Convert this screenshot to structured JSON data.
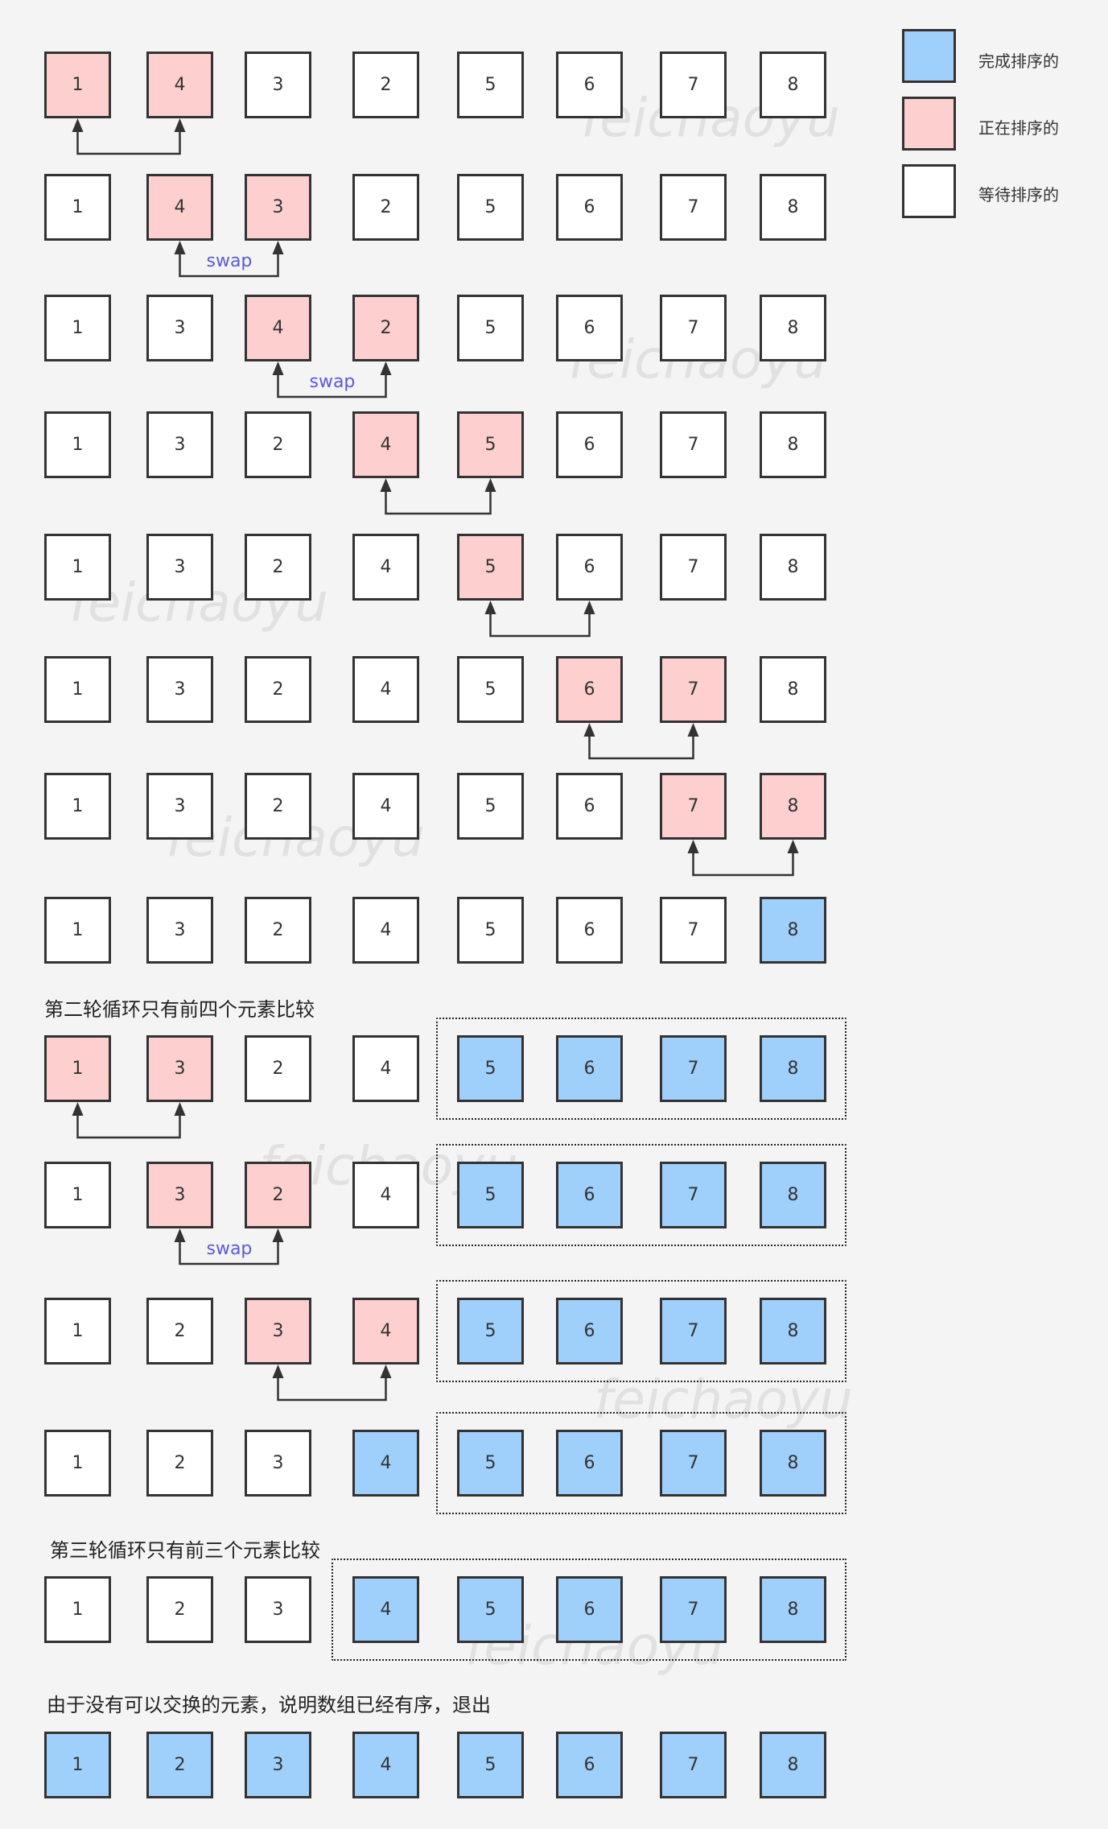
{
  "colors": {
    "done": "#9fd0fc",
    "active": "#fdcfcf",
    "waiting": "#ffffff",
    "swap_text": "#5b5bd6"
  },
  "legend": [
    {
      "state": "done",
      "label": "完成排序的"
    },
    {
      "state": "active",
      "label": "正在排序的"
    },
    {
      "state": "waiting",
      "label": "等待排序的"
    }
  ],
  "watermark_text": "feichaoyu",
  "swap_label": "swap",
  "notes": {
    "round2": "第二轮循环只有前四个元素比较",
    "round3": "第三轮循环只有前三个元素比较",
    "final": "由于没有可以交换的元素，说明数组已经有序，退出"
  },
  "rows": [
    {
      "values": [
        "1",
        "4",
        "3",
        "2",
        "5",
        "6",
        "7",
        "8"
      ],
      "states": [
        "active",
        "active",
        "waiting",
        "waiting",
        "waiting",
        "waiting",
        "waiting",
        "waiting"
      ],
      "compare": [
        0,
        1
      ],
      "swap": false
    },
    {
      "values": [
        "1",
        "4",
        "3",
        "2",
        "5",
        "6",
        "7",
        "8"
      ],
      "states": [
        "waiting",
        "active",
        "active",
        "waiting",
        "waiting",
        "waiting",
        "waiting",
        "waiting"
      ],
      "compare": [
        1,
        2
      ],
      "swap": true
    },
    {
      "values": [
        "1",
        "3",
        "4",
        "2",
        "5",
        "6",
        "7",
        "8"
      ],
      "states": [
        "waiting",
        "waiting",
        "active",
        "active",
        "waiting",
        "waiting",
        "waiting",
        "waiting"
      ],
      "compare": [
        2,
        3
      ],
      "swap": true
    },
    {
      "values": [
        "1",
        "3",
        "2",
        "4",
        "5",
        "6",
        "7",
        "8"
      ],
      "states": [
        "waiting",
        "waiting",
        "waiting",
        "active",
        "active",
        "waiting",
        "waiting",
        "waiting"
      ],
      "compare": [
        3,
        4
      ],
      "swap": false
    },
    {
      "values": [
        "1",
        "3",
        "2",
        "4",
        "5",
        "6",
        "7",
        "8"
      ],
      "states": [
        "waiting",
        "waiting",
        "waiting",
        "waiting",
        "active",
        "waiting",
        "waiting",
        "waiting"
      ],
      "compare": [
        4,
        5
      ],
      "swap": false
    },
    {
      "values": [
        "1",
        "3",
        "2",
        "4",
        "5",
        "6",
        "7",
        "8"
      ],
      "states": [
        "waiting",
        "waiting",
        "waiting",
        "waiting",
        "waiting",
        "active",
        "active",
        "waiting"
      ],
      "compare": [
        5,
        6
      ],
      "swap": false
    },
    {
      "values": [
        "1",
        "3",
        "2",
        "4",
        "5",
        "6",
        "7",
        "8"
      ],
      "states": [
        "waiting",
        "waiting",
        "waiting",
        "waiting",
        "waiting",
        "waiting",
        "active",
        "active"
      ],
      "compare": [
        6,
        7
      ],
      "swap": false
    },
    {
      "values": [
        "1",
        "3",
        "2",
        "4",
        "5",
        "6",
        "7",
        "8"
      ],
      "states": [
        "waiting",
        "waiting",
        "waiting",
        "waiting",
        "waiting",
        "waiting",
        "waiting",
        "done"
      ],
      "compare": null,
      "swap": false
    },
    {
      "values": [
        "1",
        "3",
        "2",
        "4",
        "5",
        "6",
        "7",
        "8"
      ],
      "states": [
        "active",
        "active",
        "waiting",
        "waiting",
        "done",
        "done",
        "done",
        "done"
      ],
      "compare": [
        0,
        1
      ],
      "swap": false,
      "dashed_from": 4
    },
    {
      "values": [
        "1",
        "3",
        "2",
        "4",
        "5",
        "6",
        "7",
        "8"
      ],
      "states": [
        "waiting",
        "active",
        "active",
        "waiting",
        "done",
        "done",
        "done",
        "done"
      ],
      "compare": [
        1,
        2
      ],
      "swap": true,
      "dashed_from": 4
    },
    {
      "values": [
        "1",
        "2",
        "3",
        "4",
        "5",
        "6",
        "7",
        "8"
      ],
      "states": [
        "waiting",
        "waiting",
        "active",
        "active",
        "done",
        "done",
        "done",
        "done"
      ],
      "compare": [
        2,
        3
      ],
      "swap": false,
      "dashed_from": 4
    },
    {
      "values": [
        "1",
        "2",
        "3",
        "4",
        "5",
        "6",
        "7",
        "8"
      ],
      "states": [
        "waiting",
        "waiting",
        "waiting",
        "done",
        "done",
        "done",
        "done",
        "done"
      ],
      "compare": null,
      "swap": false,
      "dashed_from": 4
    },
    {
      "values": [
        "1",
        "2",
        "3",
        "4",
        "5",
        "6",
        "7",
        "8"
      ],
      "states": [
        "waiting",
        "waiting",
        "waiting",
        "done",
        "done",
        "done",
        "done",
        "done"
      ],
      "compare": null,
      "swap": false,
      "dashed_from": 3
    },
    {
      "values": [
        "1",
        "2",
        "3",
        "4",
        "5",
        "6",
        "7",
        "8"
      ],
      "states": [
        "done",
        "done",
        "done",
        "done",
        "done",
        "done",
        "done",
        "done"
      ],
      "compare": null,
      "swap": false
    }
  ]
}
